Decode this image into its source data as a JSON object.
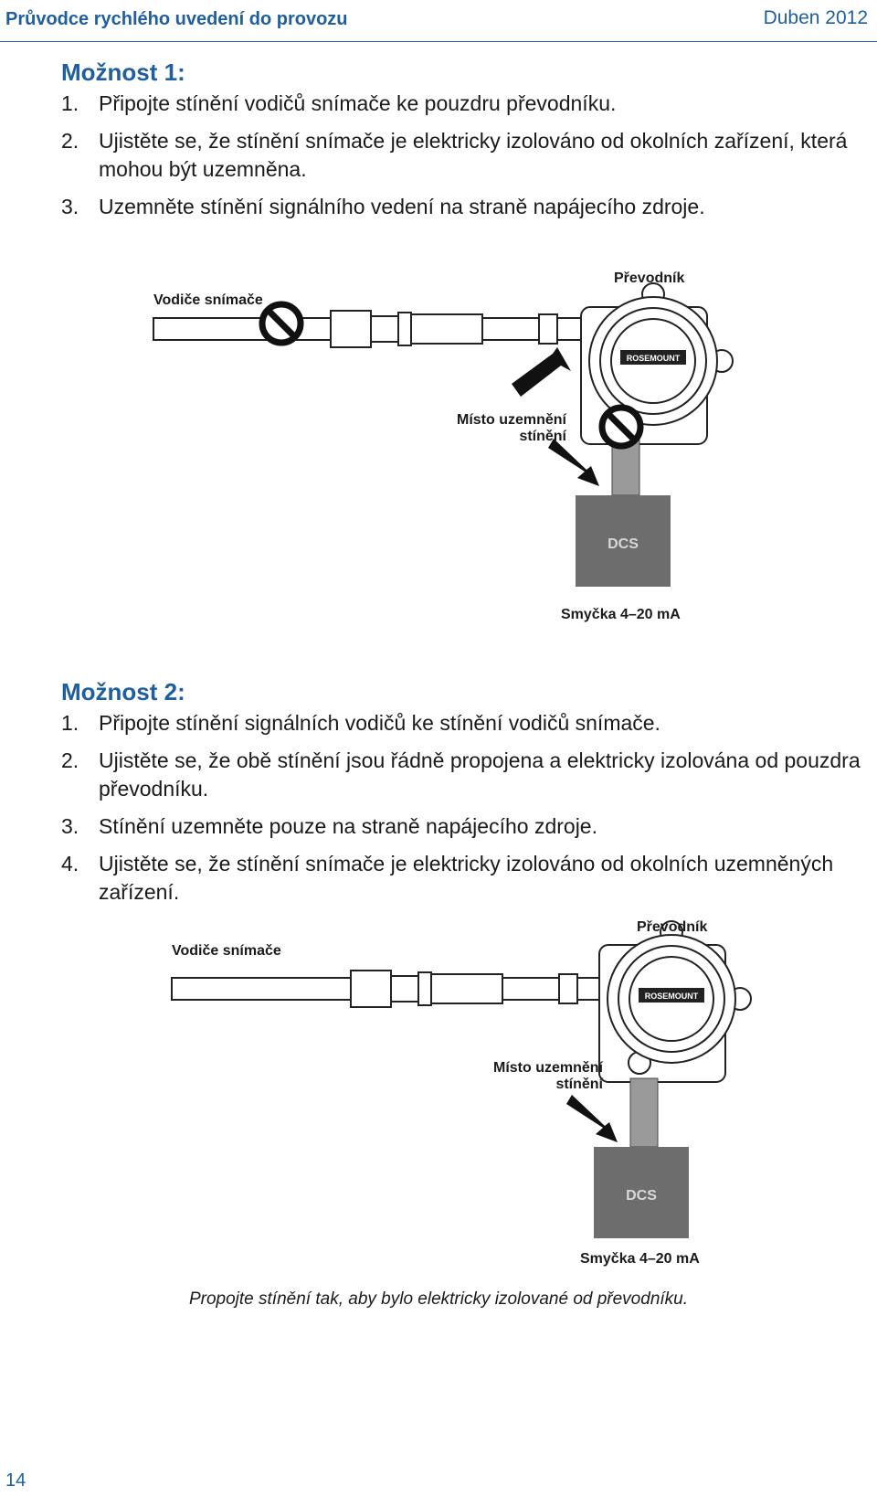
{
  "header": {
    "title": "Průvodce rychlého uvedení do provozu",
    "date": "Duben 2012"
  },
  "option1": {
    "heading": "Možnost 1:",
    "steps": [
      {
        "num": "1.",
        "text": "Připojte stínění vodičů snímače ke pouzdru převodníku."
      },
      {
        "num": "2.",
        "text": "Ujistěte se, že stínění snímače je elektricky izolováno od okolních zařízení, která mohou být uzemněna."
      },
      {
        "num": "3.",
        "text": "Uzemněte stínění signálního vedení na straně napájecího zdroje."
      }
    ],
    "diagram": {
      "sensor_wires_label": "Vodiče snímače",
      "transmitter_label": "Převodník",
      "ground_point_label_line1": "Místo uzemnění",
      "ground_point_label_line2": "stínění",
      "dcs_label": "DCS",
      "loop_label": "Smyčka 4–20 mA",
      "brand_text": "ROSEMOUNT"
    }
  },
  "option2": {
    "heading": "Možnost 2:",
    "steps": [
      {
        "num": "1.",
        "text": "Připojte stínění signálních vodičů ke stínění vodičů snímače."
      },
      {
        "num": "2.",
        "text": "Ujistěte se, že obě stínění jsou řádně propojena a elektricky izolována od pouzdra převodníku."
      },
      {
        "num": "3.",
        "text": "Stínění uzemněte pouze na straně napájecího zdroje."
      },
      {
        "num": "4.",
        "text": "Ujistěte se, že stínění snímače je elektricky izolováno od okolních uzemněných zařízení."
      }
    ],
    "diagram": {
      "sensor_wires_label": "Vodiče snímače",
      "transmitter_label": "Převodník",
      "ground_point_label_line1": "Místo uzemnění",
      "ground_point_label_line2": "stínění",
      "dcs_label": "DCS",
      "loop_label": "Smyčka 4–20 mA",
      "brand_text": "ROSEMOUNT",
      "caption": "Propojte stínění tak, aby bylo elektricky izolované od převodníku."
    }
  },
  "page_number": "14",
  "colors": {
    "accent_blue": "#1f5fa0",
    "dcs_box": "#6d6d6d",
    "dcs_text": "#d8d8d8"
  }
}
